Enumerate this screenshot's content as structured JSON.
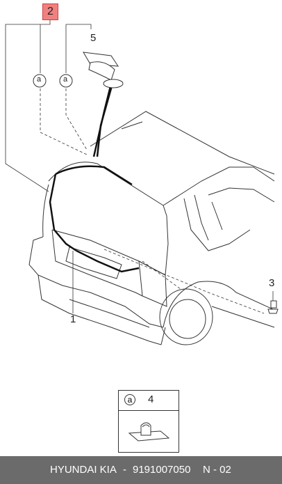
{
  "callouts": {
    "part_1": "1",
    "part_2": "2",
    "part_3": "3",
    "part_4": "4",
    "part_5": "5",
    "connector_a": "a"
  },
  "legend": {
    "marker": "a",
    "part": "4"
  },
  "footer": {
    "brand": "HYUNDAI  KIA",
    "separator": "-",
    "part_number": "9191007050",
    "page": "N - 02"
  },
  "colors": {
    "highlight": "#f08080",
    "footer_bg": "#6b6b6b",
    "line": "#333333"
  }
}
